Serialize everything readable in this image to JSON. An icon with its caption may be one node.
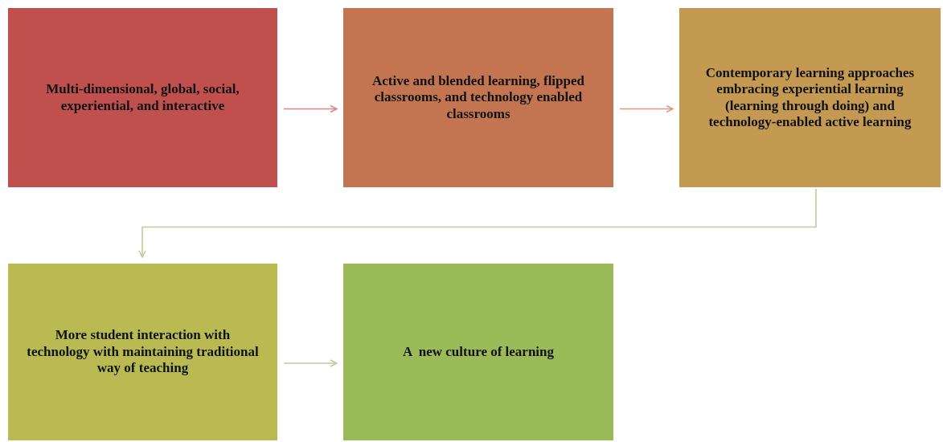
{
  "diagram": {
    "nodes": [
      {
        "text": [
          "Multi-dimensional, global, social, experiential, and interactive"
        ]
      },
      {
        "text": [
          "Active and blended learning, flipped classrooms, and technology enabled classrooms"
        ]
      },
      {
        "text": [
          "Contemporary learning approaches embracing experiential learning (learning through doing) and technology-enabled active learning"
        ]
      },
      {
        "text": [
          "More student interaction with technology with maintaining traditional way of teaching"
        ]
      },
      {
        "text": [
          "A  new culture of learning"
        ]
      }
    ],
    "edges": [
      {
        "from": 0,
        "to": 1,
        "arrow": "to",
        "color": "#d3868c"
      },
      {
        "from": 1,
        "to": 2,
        "arrow": "to",
        "color": "#d99a80"
      },
      {
        "from": 2,
        "to": 3,
        "arrow": "to",
        "color": "#c9c69a"
      },
      {
        "from": 3,
        "to": 4,
        "arrow": "to",
        "color": "#bfc79c"
      }
    ]
  }
}
